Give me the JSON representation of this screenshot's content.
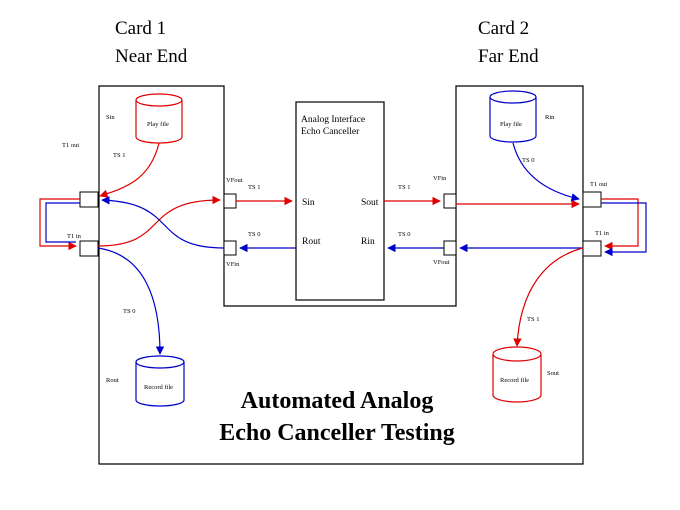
{
  "card1": {
    "title": "Card 1",
    "subtitle": "Near End"
  },
  "card2": {
    "title": "Card 2",
    "subtitle": "Far End"
  },
  "title": {
    "line1": "Automated Analog",
    "line2": "Echo Canceller Testing"
  },
  "center_box": {
    "line1": "Analog Interface",
    "line2": "Echo Canceller",
    "sin": "Sin",
    "sout": "Sout",
    "rout": "Rout",
    "rin": "Rin"
  },
  "left": {
    "sin": "Sin",
    "play_file": "Play file",
    "t1out": "T1 out",
    "ts1": "TS 1",
    "t1in": "T1 in",
    "vox_top": "VFout",
    "vox_bot": "VFin",
    "ts1_mid": "TS 1",
    "ts0_mid": "TS 0",
    "ts0": "TS 0",
    "rout": "Rout",
    "record_file": "Record file"
  },
  "right": {
    "play_file": "Play file",
    "rin": "Rin",
    "ts0": "TS 0",
    "t1out": "T1 out",
    "t1in": "T1 in",
    "vox_top": "VFin",
    "vox_bot": "VFout",
    "ts1_mid": "TS 1",
    "ts0_mid": "TS 0",
    "ts1": "TS 1",
    "record_file": "Record file",
    "sout": "Sout"
  },
  "colors": {
    "red": "#e00000",
    "blue": "#0000cc",
    "line": "#000000"
  }
}
